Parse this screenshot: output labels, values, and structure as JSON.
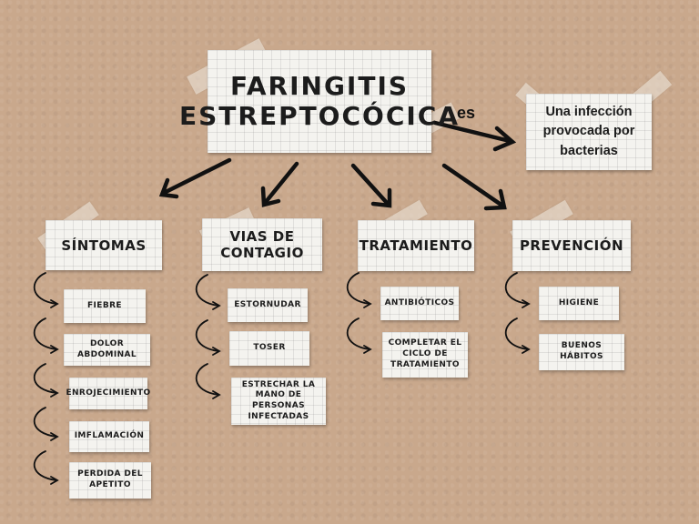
{
  "title": {
    "line1": "FARINGITIS",
    "line2": "ESTREPTOCÓCICA"
  },
  "connector": "es",
  "definition": {
    "line1": "Una infección",
    "line2": "provocada por",
    "line3": "bacterias"
  },
  "branches": [
    {
      "heading": "SÍNTOMAS",
      "items": [
        "FIEBRE",
        "DOLOR ABDOMINAL",
        "ENROJECIMIENTO",
        "IMFLAMACIÓN",
        "PERDIDA DEL APETITO"
      ]
    },
    {
      "heading": "VIAS DE CONTAGIO",
      "items": [
        "ESTORNUDAR",
        "TOSER",
        "ESTRECHAR LA MANO DE PERSONAS INFECTADAS"
      ]
    },
    {
      "heading": "TRATAMIENTO",
      "items": [
        "ANTIBIÓTICOS",
        "COMPLETAR EL CICLO DE TRATAMIENTO"
      ]
    },
    {
      "heading": "PREVENCIÓN",
      "items": [
        "HIGIENE",
        "BUENOS HÁBITOS"
      ]
    }
  ]
}
